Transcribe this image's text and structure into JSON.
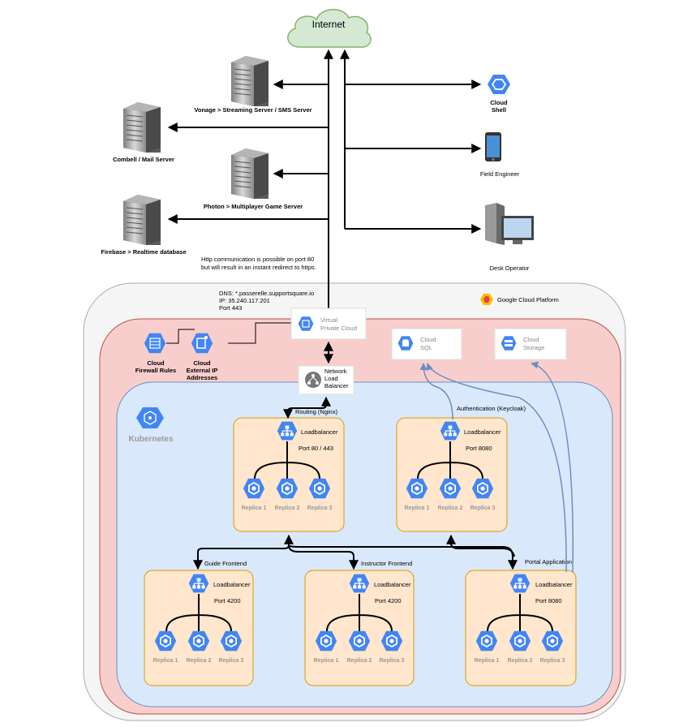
{
  "internet": {
    "label": "Internet"
  },
  "servers": [
    {
      "label": "Vonage > Streaming Server / SMS Server"
    },
    {
      "label": "Combell / Mail Server"
    },
    {
      "label": "Photon >  Multiplayer Game Server"
    },
    {
      "label": "Firebase > Realtime database"
    }
  ],
  "right_clients": {
    "cloud_shell": [
      "Cloud",
      "Shell"
    ],
    "field_engineer": "Field Engineer",
    "desk_operator": "Desk Operator"
  },
  "http_note": [
    "Http communication is possible on port 80",
    "but will result in an instant redirect to https."
  ],
  "dns": [
    "DNS: *.passerelle.supportsquare.io",
    "IP: 35.240.117.201",
    "Port 443"
  ],
  "gcp": {
    "label": "Google Cloud Platform"
  },
  "firewall": [
    "Cloud",
    "Firewall Rules"
  ],
  "external_ip": [
    "Cloud",
    "External IP",
    "Addresses"
  ],
  "vpc": [
    "Virtual",
    "Private Cloud"
  ],
  "cloud_sql": [
    "Cloud",
    "SQL"
  ],
  "cloud_storage": [
    "Cloud",
    "Storage"
  ],
  "nlb": [
    "Network",
    "Load",
    "Balancer"
  ],
  "kubernetes": {
    "label": "Kubernetes"
  },
  "edges": {
    "routing": "Routing (Nginx)",
    "auth": "Authentication (Keycloak)",
    "guide": "Guide Frontend",
    "instructor": "Instructor Frontend",
    "portal": "Portal Application"
  },
  "clusters": [
    {
      "lb_label": "Loadbalancer",
      "port": "Port 80 / 443",
      "replicas": [
        "Replica 1",
        "Replica 2",
        "Replica 3"
      ]
    },
    {
      "lb_label": "Loadbalancer",
      "port": "Port 8080",
      "replicas": [
        "Replica 1",
        "Replica 2",
        "Replica 3"
      ]
    },
    {
      "lb_label": "Loadbalancer",
      "port": "Port 4200",
      "replicas": [
        "Replica 1",
        "Replica 2",
        "Replica 3"
      ]
    },
    {
      "lb_label": "Loadbalancer",
      "port": "Port 4200",
      "replicas": [
        "Replica 1",
        "Replica 2",
        "Replica 3"
      ]
    },
    {
      "lb_label": "Loadbalancer",
      "port": "Port 8080",
      "replicas": [
        "Replica 1",
        "Replica 2",
        "Replica 3"
      ]
    }
  ],
  "colors": {
    "gcp_blue": "#4285f4",
    "firewall_bg": "#f8cecc",
    "k8s_bg": "#dae8fc",
    "cluster_bg": "#ffe6cc",
    "cloud_fill": "#d5e8d4",
    "link_blue": "#6c8ebf"
  }
}
